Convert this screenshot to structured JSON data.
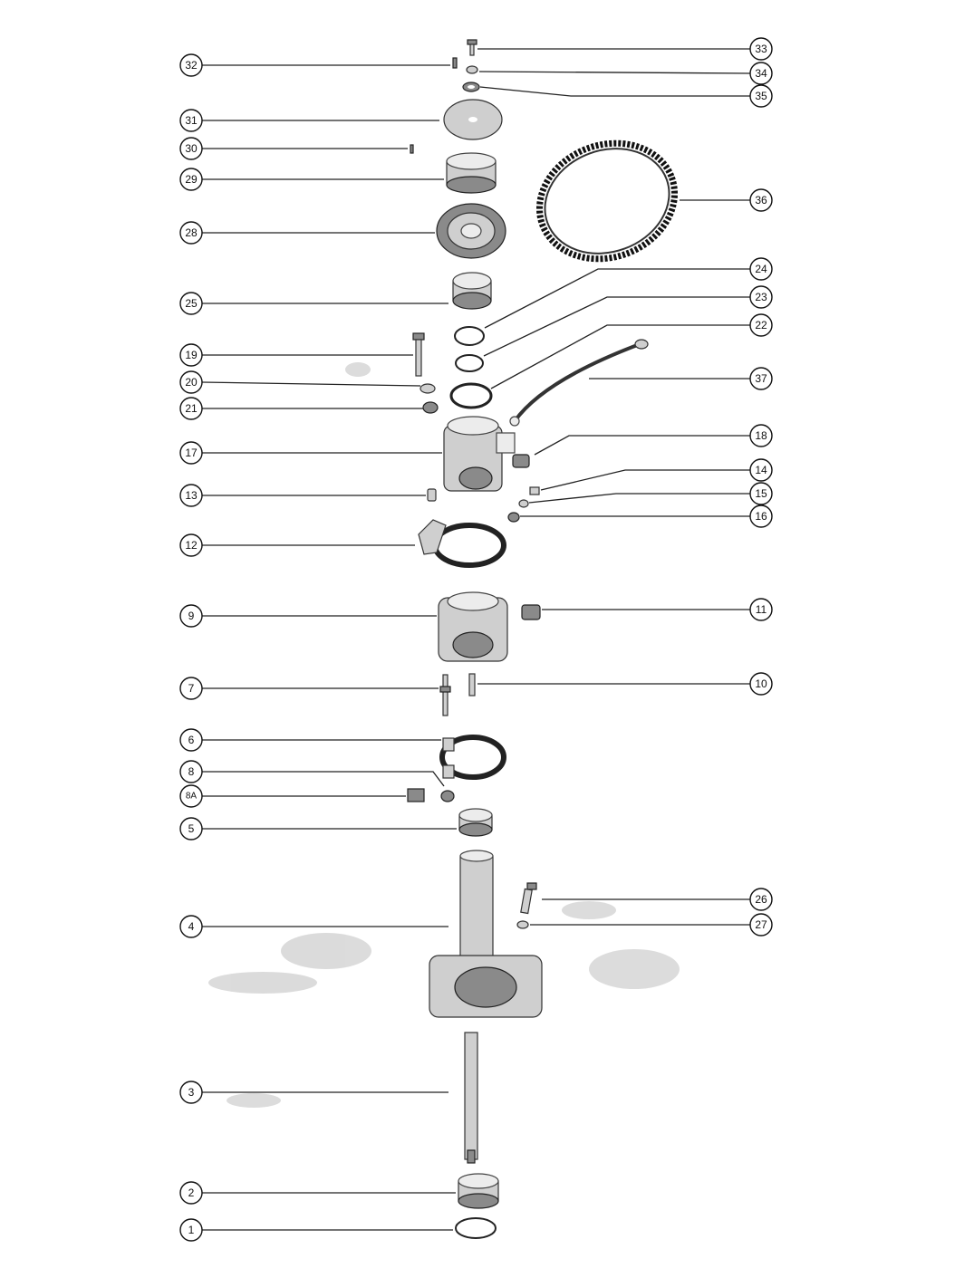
{
  "callouts": {
    "p1": "1",
    "p2": "2",
    "p3": "3",
    "p4": "4",
    "p5": "5",
    "p6": "6",
    "p7": "7",
    "p8": "8",
    "p8A": "8A",
    "p9": "9",
    "p10": "10",
    "p11": "11",
    "p12": "12",
    "p13": "13",
    "p14": "14",
    "p15": "15",
    "p16": "16",
    "p17": "17",
    "p18": "18",
    "p19": "19",
    "p20": "20",
    "p21": "21",
    "p22": "22",
    "p23": "23",
    "p24": "24",
    "p25": "25",
    "p26": "26",
    "p27": "27",
    "p28": "28",
    "p29": "29",
    "p30": "30",
    "p31": "31",
    "p32": "32",
    "p33": "33",
    "p34": "34",
    "p35": "35",
    "p36": "36",
    "p37": "37"
  }
}
